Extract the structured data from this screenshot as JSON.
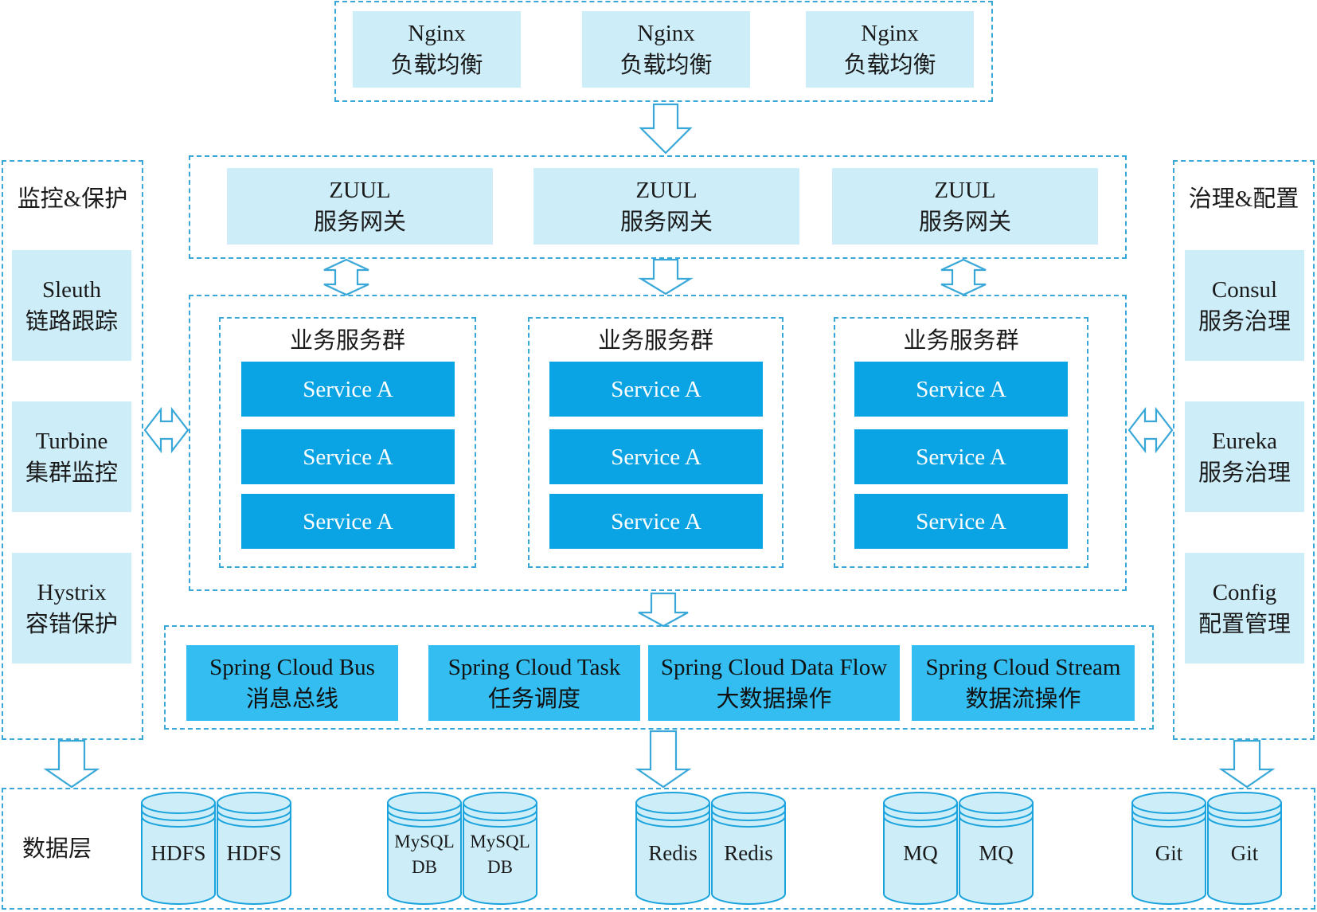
{
  "nginx": [
    {
      "line1": "Nginx",
      "line2": "负载均衡"
    },
    {
      "line1": "Nginx",
      "line2": "负载均衡"
    },
    {
      "line1": "Nginx",
      "line2": "负载均衡"
    }
  ],
  "zuul": [
    {
      "line1": "ZUUL",
      "line2": "服务网关"
    },
    {
      "line1": "ZUUL",
      "line2": "服务网关"
    },
    {
      "line1": "ZUUL",
      "line2": "服务网关"
    }
  ],
  "monitor": {
    "title": "监控&保护",
    "items": [
      {
        "line1": "Sleuth",
        "line2": "链路跟踪"
      },
      {
        "line1": "Turbine",
        "line2": "集群监控"
      },
      {
        "line1": "Hystrix",
        "line2": "容错保护"
      }
    ]
  },
  "governance": {
    "title": "治理&配置",
    "items": [
      {
        "line1": "Consul",
        "line2": "服务治理"
      },
      {
        "line1": "Eureka",
        "line2": "服务治理"
      },
      {
        "line1": "Config",
        "line2": "配置管理"
      }
    ]
  },
  "service_groups": [
    {
      "title": "业务服务群",
      "services": [
        "Service A",
        "Service A",
        "Service A"
      ]
    },
    {
      "title": "业务服务群",
      "services": [
        "Service A",
        "Service A",
        "Service A"
      ]
    },
    {
      "title": "业务服务群",
      "services": [
        "Service A",
        "Service A",
        "Service A"
      ]
    }
  ],
  "spring": [
    {
      "line1": "Spring Cloud Bus",
      "line2": "消息总线"
    },
    {
      "line1": "Spring Cloud Task",
      "line2": "任务调度"
    },
    {
      "line1": "Spring Cloud Data Flow",
      "line2": "大数据操作"
    },
    {
      "line1": "Spring Cloud Stream",
      "line2": "数据流操作"
    }
  ],
  "data_layer": {
    "title": "数据层",
    "stores": [
      {
        "name": "HDFS",
        "labels": [
          "HDFS",
          "HDFS"
        ]
      },
      {
        "name": "MySQL DB",
        "labels": [
          "MySQL\nDB",
          "MySQL\nDB"
        ]
      },
      {
        "name": "Redis",
        "labels": [
          "Redis",
          "Redis"
        ]
      },
      {
        "name": "MQ",
        "labels": [
          "MQ",
          "MQ"
        ]
      },
      {
        "name": "Git",
        "labels": [
          "Git",
          "Git"
        ]
      }
    ]
  },
  "colors": {
    "border": "#39a8d8",
    "light_box": "#cdeef9",
    "mid_box": "#33bdf0",
    "dark_box": "#0aa4e4",
    "cylinder_fill": "#cdeef9",
    "cylinder_stroke": "#1aa3dc"
  }
}
